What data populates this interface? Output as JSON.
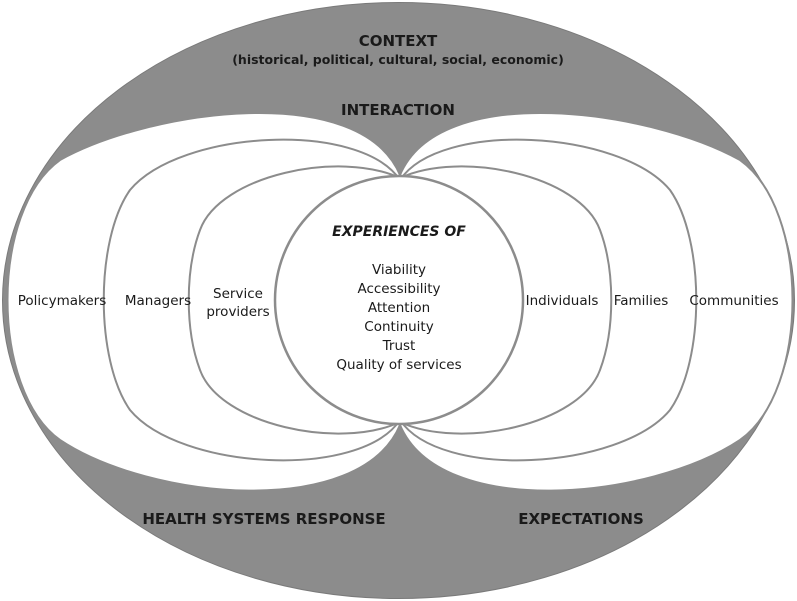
{
  "context": {
    "title": "CONTEXT",
    "subtitle": "(historical, political, cultural, social, economic)"
  },
  "interaction": "INTERACTION",
  "health_systems_response": "HEALTH SYSTEMS RESPONSE",
  "expectations": "EXPECTATIONS",
  "left_side": {
    "policymakers": "Policymakers",
    "managers": "Managers",
    "service_providers_line1": "Service",
    "service_providers_line2": "providers"
  },
  "right_side": {
    "individuals": "Individuals",
    "families": "Families",
    "communities": "Communities"
  },
  "center": {
    "title": "EXPERIENCES OF",
    "items": [
      "Viability",
      "Accessibility",
      "Attention",
      "Continuity",
      "Trust",
      "Quality of services"
    ]
  },
  "colors": {
    "outer_fill": "#8c8c8c",
    "inner_fill": "#ffffff",
    "ring_stroke": "#8c8c8c"
  }
}
